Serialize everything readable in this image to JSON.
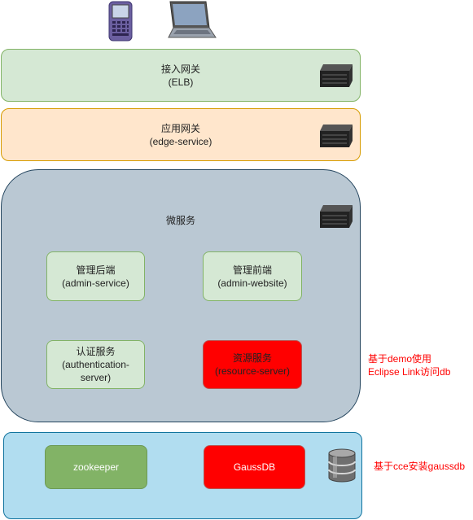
{
  "clients": {
    "phone_icon": "phone-icon",
    "laptop_icon": "laptop-icon"
  },
  "elb": {
    "name": "接入网关",
    "sub": "(ELB)"
  },
  "edge": {
    "name": "应用网关",
    "sub": "(edge-service)"
  },
  "microservices": {
    "title": "微服务",
    "admin_service": {
      "name": "管理后端",
      "sub": "(admin-service)"
    },
    "admin_website": {
      "name": "管理前端",
      "sub": "(admin-website)"
    },
    "auth_server": {
      "name": "认证服务",
      "sub1": "(authentication-",
      "sub2": "server)"
    },
    "resource_server": {
      "name": "资源服务",
      "sub": "(resource-server)"
    }
  },
  "data_layer": {
    "zookeeper": "zookeeper",
    "gaussdb": "GaussDB"
  },
  "notes": {
    "demo_line1": "基于demo使用",
    "demo_line2": "Eclipse Link访问db",
    "cce": "基于cce安装gaussdb"
  },
  "colors": {
    "green_fill": "#d5e8d4",
    "orange_fill": "#ffe6cc",
    "slate_fill": "#bac8d3",
    "blue_fill": "#b1ddf0",
    "red": "#ff0000",
    "dark_green": "#82b366"
  }
}
